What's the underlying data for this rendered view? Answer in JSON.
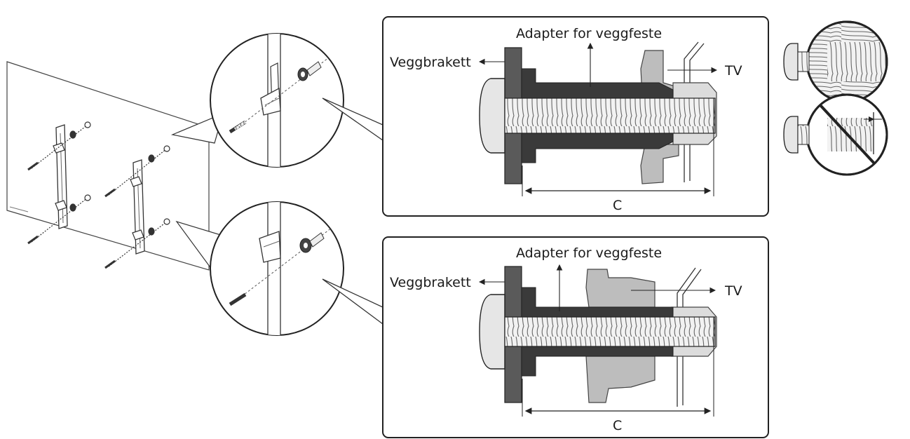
{
  "top_detail": {
    "adapter_label": "Adapter for veggfeste",
    "bracket_label": "Veggbrakett",
    "tv_label": "TV",
    "dimension_label": "C"
  },
  "bottom_detail": {
    "adapter_label": "Adapter for veggfeste",
    "bracket_label": "Veggbrakett",
    "tv_label": "TV",
    "dimension_label": "C"
  },
  "colors": {
    "line": "#222222",
    "wall_bracket": "#5a5a5a",
    "adapter": "#3a3a3a",
    "tv_housing": "#bdbdbd",
    "screw": "#e6e6e6"
  }
}
